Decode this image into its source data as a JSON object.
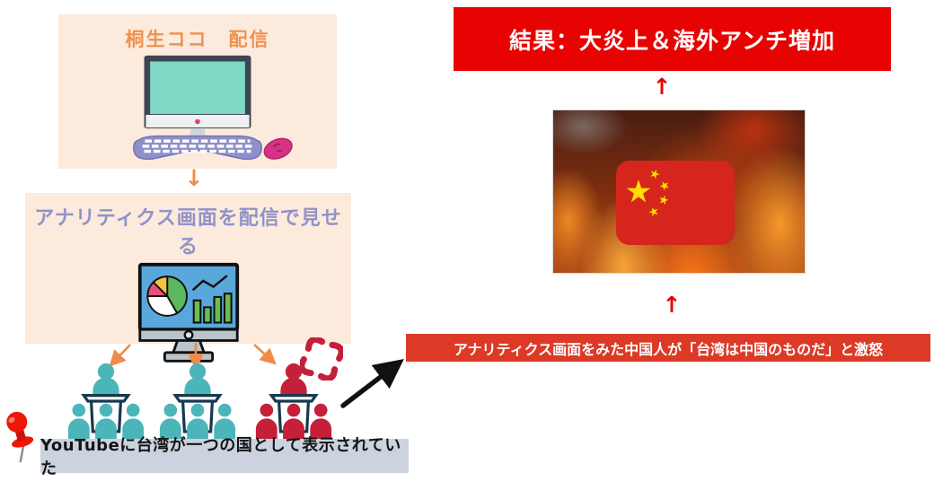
{
  "left_flow": {
    "step1": {
      "title": "桐生ココ　配信",
      "title_color": "#f0924e",
      "box_color": "#fceadd",
      "icon": "desktop-computer-illustration"
    },
    "arrow_down": "↓",
    "step2": {
      "title": "アナリティクス画面を配信で見せる",
      "title_color": "#9193c7",
      "box_color": "#fceadd",
      "icon": "analytics-monitor-illustration"
    },
    "audiences": [
      {
        "name": "audience-group-1",
        "color": "#4cb5b9"
      },
      {
        "name": "audience-group-2",
        "color": "#4cb5b9"
      },
      {
        "name": "audience-group-3",
        "color": "#c5203a",
        "mood": "angry"
      }
    ],
    "note": {
      "text": "YouTubeに台湾が一つの国として表示されていた",
      "box_color": "#ccd3de",
      "icon": "pushpin-icon"
    }
  },
  "right_flow": {
    "result_banner": {
      "text": "結果：大炎上＆海外アンチ増加",
      "bg_color": "#e60302",
      "text_color": "#ffffff"
    },
    "arrow_up": "↑",
    "fire_image": {
      "icon": "chinese-flag-over-flames",
      "flag_color": "#d5251d",
      "star_color": "#fede00"
    },
    "cause_banner": {
      "text": "アナリティクス画面をみた中国人が「台湾は中国のものだ」と激怒",
      "bg_color": "#dc3a27",
      "text_color": "#ffffff"
    }
  }
}
